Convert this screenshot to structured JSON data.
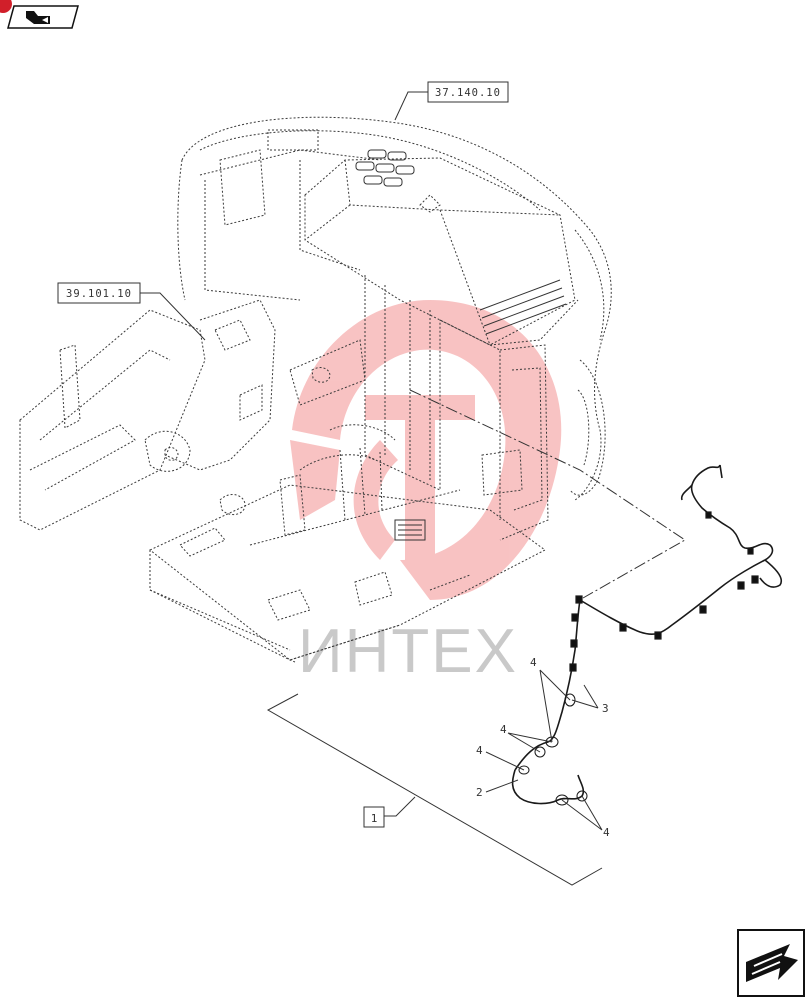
{
  "nav": {
    "prev_icon": "prev-page-arrow-icon",
    "next_icon": "next-page-arrow-icon"
  },
  "references": {
    "upper_structure": "37.140.10",
    "frame": "39.101.10"
  },
  "callouts": {
    "assembly": "1",
    "harness": "2",
    "clamp": "3",
    "tie_a": "4",
    "tie_b": "4",
    "tie_c": "4",
    "tie_d": "4"
  },
  "watermark": {
    "text": "ИНТЕХ",
    "color": "#e23a3a"
  },
  "colors": {
    "line": "#222222",
    "ghost": "#555555",
    "watermark": "#f4a8a8",
    "badge": "#d11f2a"
  }
}
